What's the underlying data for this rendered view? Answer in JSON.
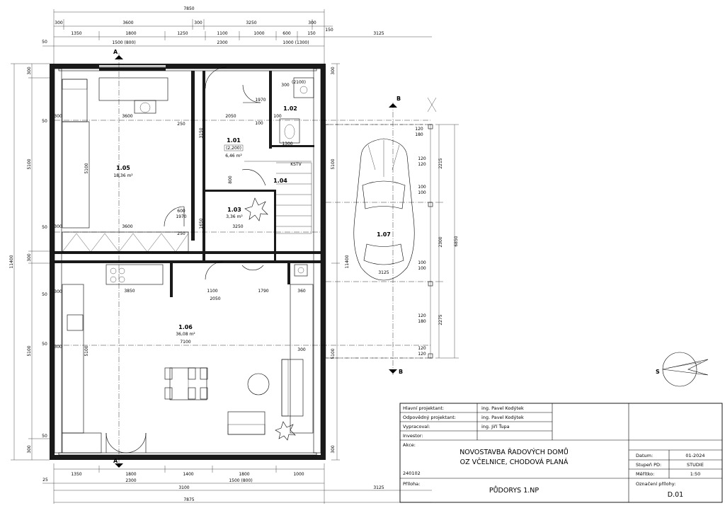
{
  "dims_top": {
    "overall": "7850",
    "row1": [
      "300",
      "3600",
      "300",
      "3250",
      "300",
      "150"
    ],
    "row2": [
      "1350",
      "1800",
      "1250",
      "1100",
      "1000",
      "600",
      "150",
      "3125"
    ],
    "row3": [
      "50",
      "1500 (800)",
      "2300",
      "1000 (1300)"
    ]
  },
  "dims_bottom": {
    "row1": [
      "1350",
      "1800",
      "1400",
      "1800",
      "1000"
    ],
    "row2": [
      "25",
      "2300",
      "1500 (800)"
    ],
    "row3": [
      "3100",
      "3125"
    ],
    "overall": "7875"
  },
  "dims_left": [
    "300",
    "5100",
    "300",
    "5100",
    "300",
    "11400"
  ],
  "dims_left_small": [
    "50",
    "50",
    "50",
    "50",
    "50"
  ],
  "dims_right": [
    "6850",
    "2215",
    "2300",
    "2275",
    "11400",
    "5100",
    "5100",
    "300",
    "300"
  ],
  "dims_right_small": [
    "120",
    "180",
    "120",
    "120",
    "100",
    "100",
    "120",
    "180",
    "120",
    "120",
    "100",
    "100"
  ],
  "rooms": [
    {
      "id": "1.01",
      "area": "6,46 m²",
      "code": "(2,200)"
    },
    {
      "id": "1.02",
      "area": "",
      "code": ""
    },
    {
      "id": "1.03",
      "area": "3,36 m²",
      "code": ""
    },
    {
      "id": "1.04",
      "area": "",
      "code": ""
    },
    {
      "id": "1.05",
      "area": "18,36 m²",
      "code": ""
    },
    {
      "id": "1.06",
      "area": "36,08 m²",
      "code": ""
    },
    {
      "id": "1.07",
      "area": "",
      "code": ""
    }
  ],
  "inner_dims": [
    "3600",
    "3600",
    "250",
    "250",
    "2050",
    "100",
    "300",
    "300",
    "300",
    "300",
    "1970",
    "600",
    "1970",
    "800",
    "3250",
    "3850",
    "1100",
    "1790",
    "2050",
    "7100",
    "360",
    "300",
    "300",
    "5100",
    "5100",
    "1300",
    "100",
    "(2100)",
    "3125",
    "1650",
    "3150"
  ],
  "sections": {
    "a": "A",
    "b": "B"
  },
  "stair_label": "KSTV",
  "compass": {
    "label": "S"
  },
  "title_block": {
    "rows": [
      {
        "label": "Hlavní projektant:",
        "value": "ing. Pavel Kodýtek"
      },
      {
        "label": "Odpovědný projektant:",
        "value": "ing. Pavel Kodýtek"
      },
      {
        "label": "Vypracoval:",
        "value": "ing. Jiří Ťupa"
      },
      {
        "label": "Investor:",
        "value": ""
      }
    ],
    "akce_label": "Akce:",
    "project_line1": "NOVOSTAVBA ŘADOVÝCH DOMŮ",
    "project_line2": "OZ VČELNICE, CHODOVÁ PLANÁ",
    "job_no": "240102",
    "priloha_label": "Příloha:",
    "priloha_value": "PŮDORYS 1.NP",
    "meta": [
      {
        "label": "Datum:",
        "value": "01-2024"
      },
      {
        "label": "Stupeň PD:",
        "value": "STUDIE"
      },
      {
        "label": "Měřítko:",
        "value": "1:50"
      }
    ],
    "oznaceni_label": "Označení přílohy:",
    "oznaceni_value": "D.01"
  }
}
